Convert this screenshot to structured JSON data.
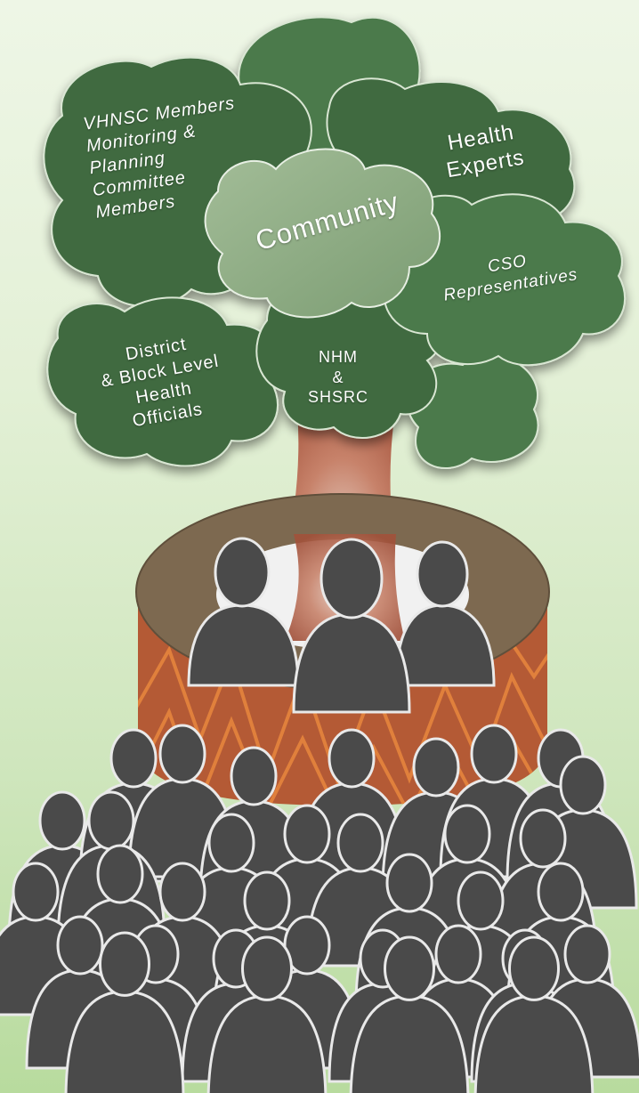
{
  "clouds": {
    "vhnsc": "VHNSC Members\nMonitoring  &\nPlanning\nCommittee\nMembers",
    "health_experts": "Health\nExperts",
    "community": "Community",
    "cso": "CSO\nRepresentatives",
    "district": "District\n& Block Level\nHealth\nOfficials",
    "nhm": "NHM\n&\nSHSRC"
  },
  "colors": {
    "foliage_dark": "#3f6b40",
    "foliage_mid": "#4c7a4b",
    "community_cloud": "#8fae85",
    "trunk": "#a2513a",
    "platform_top": "#7d6950",
    "platform_side": "#b45a35",
    "zigzag": "#e0803c",
    "people": "#4a4a4a",
    "people_outline": "#e9e9e9"
  },
  "icons": [
    "cloud-shape",
    "tree-trunk",
    "platform",
    "person-icon"
  ]
}
